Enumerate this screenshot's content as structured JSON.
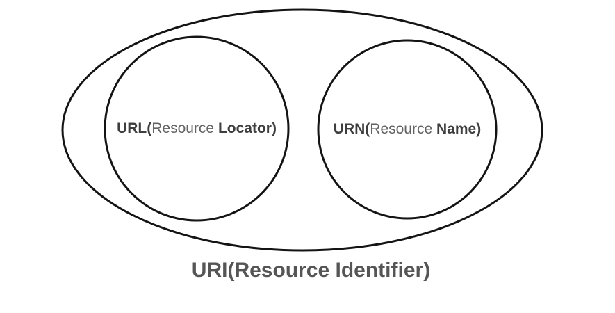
{
  "diagram": {
    "title": "URI / URL / URN relationship diagram",
    "colors": {
      "background": "#ffffff",
      "stroke": "#141414",
      "label_bold": "#3e3e3e",
      "label_regular": "#636363",
      "outer_label": "#555555"
    },
    "outer_ellipse": {
      "label": "URI(Resource Identifier)"
    },
    "left_circle": {
      "label_full": "URL(Resource Locator)",
      "label_parts": {
        "prefix": "URL(",
        "middle": "Resource ",
        "suffix": "Locator)"
      }
    },
    "right_circle": {
      "label_full": "URN(Resource Name)",
      "label_parts": {
        "prefix": "URN(",
        "middle": "Resource ",
        "suffix": "Name)"
      }
    }
  }
}
